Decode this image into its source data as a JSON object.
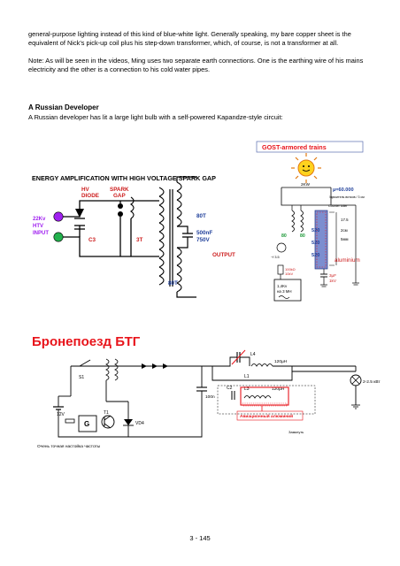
{
  "paragraphs": {
    "p1": "general-purpose lighting instead of this kind of blue-white light.  Generally speaking, my bare copper sheet is the equivalent of Nick's pick-up coil plus his step-down transformer, which, of course, is not a transformer at all.",
    "p2": "Note: As will be seen in the videos, Ming uses two separate earth connections.  One is the earthing wire of his mains electricity and the other is a connection to his cold water pipes."
  },
  "section": {
    "heading": "A Russian Developer",
    "intro": "A Russian developer has lit a large light bulb with a self-powered Kapandze-style circuit:"
  },
  "diagram_left": {
    "title": "ENERGY AMPLIFICATION WITH HIGH VOLTAGE SPARK GAP",
    "hv_diode": [
      "HV",
      "DIODE"
    ],
    "spark_gap": [
      "SPARK",
      "GAP"
    ],
    "c3": "C3",
    "t3": "3T",
    "t80_top": "80T",
    "t80_bottom": "80T",
    "cap_value": [
      "500nF",
      "750V"
    ],
    "output": "OUTPUT",
    "input": [
      "22Kv",
      "HTV",
      "INPUT"
    ]
  },
  "diagram_right": {
    "title": "GOST-armored trains",
    "power": "2KW",
    "mu": "µ=60.000",
    "tiny_note": "Удвоитель витков / 3 см",
    "counter": "Counter toller",
    "r1": "520",
    "r2": "520",
    "r3": "520",
    "n1": "80",
    "n2": "80",
    "dims": [
      "17.5",
      "2см",
      "5мм"
    ],
    "aluminium": "aluminium",
    "cap": [
      "3μF",
      "1kV"
    ],
    "gen": [
      "1,4Kv",
      "на 3 МН"
    ],
    "res": [
      "100kΩ",
      "10kV"
    ],
    "meter": "~f 3.5"
  },
  "diagram_bottom": {
    "title": "Бронепоезд БТГ",
    "s1": "S1",
    "v12": "12V",
    "g": "G",
    "t1": "T1",
    "vd4": "VD4",
    "l4": "L4",
    "ind1": "120µH",
    "l1": "L1",
    "l3": "L3",
    "ind2": "120µH",
    "cap100": "100n",
    "c2": "C2",
    "r2v": "2-2.5 кВт",
    "note_left": "Очень точная настойка частоты",
    "note_red": "Авиационный алюминий",
    "note_small": "Замкнуть"
  },
  "page_number": "3 - 145",
  "colors": {
    "accent_red": "#e8141b",
    "diode_red": "#cc1c1c",
    "green": "#22b14c",
    "magenta": "#a020f0",
    "blue_label": "#1f3f9a",
    "orange": "#e27a12",
    "yellow": "#ffd21e"
  }
}
